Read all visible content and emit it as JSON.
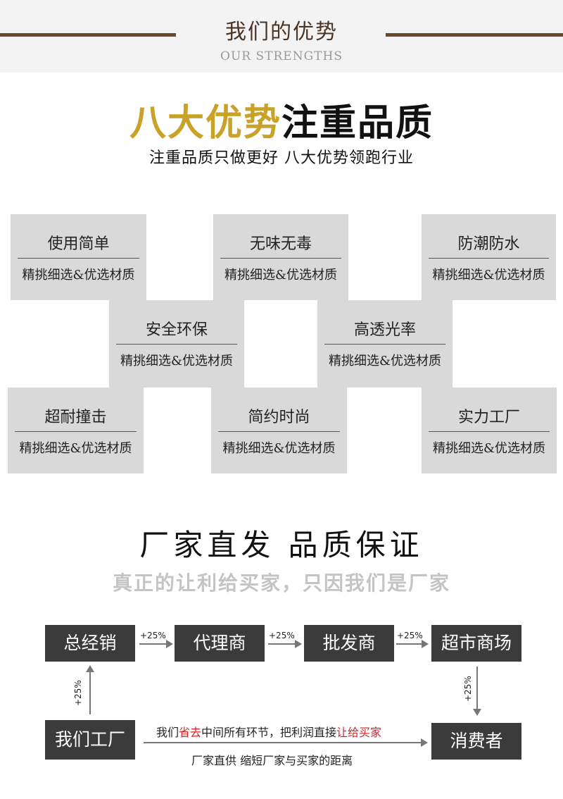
{
  "header": {
    "title": "我们的优势",
    "subtitle": "OUR STRENGTHS"
  },
  "heading": {
    "gold": "八大优势",
    "dark": "注重品质",
    "tagline": "注重品质只做更好  八大优势领跑行业"
  },
  "tiles": [
    {
      "title": "使用简单",
      "sub": "精挑细选&优选材质"
    },
    {
      "title": "无味无毒",
      "sub": "精挑细选&优选材质"
    },
    {
      "title": "防潮防水",
      "sub": "精挑细选&优选材质"
    },
    {
      "title": "安全环保",
      "sub": "精挑细选&优选材质"
    },
    {
      "title": "高透光率",
      "sub": "精挑细选&优选材质"
    },
    {
      "title": "超耐撞击",
      "sub": "精挑细选&优选材质"
    },
    {
      "title": "简约时尚",
      "sub": "精挑细选&优选材质"
    },
    {
      "title": "实力工厂",
      "sub": "精挑细选&优选材质"
    }
  ],
  "factory": {
    "title": "厂家直发  品质保证",
    "subtitle": "真正的让利给买家，只因我们是厂家",
    "flow": [
      "总经销",
      "代理商",
      "批发商",
      "超市商场"
    ],
    "markup": "+25%",
    "factory_label": "我们工厂",
    "consumer_label": "消费者",
    "note_a": "我们",
    "note_b": "省去",
    "note_c": "中间所有环节，把利润直接",
    "note_d": "让给买家",
    "note2": "厂家直供  缩短厂家与买家的距离"
  },
  "colors": {
    "accent_gold": "#c9a22a",
    "header_rule": "#6b4a2b",
    "tile_bg": "#d9d9d9",
    "box_bg": "#3b3b3b",
    "highlight_red": "#d4232a"
  }
}
